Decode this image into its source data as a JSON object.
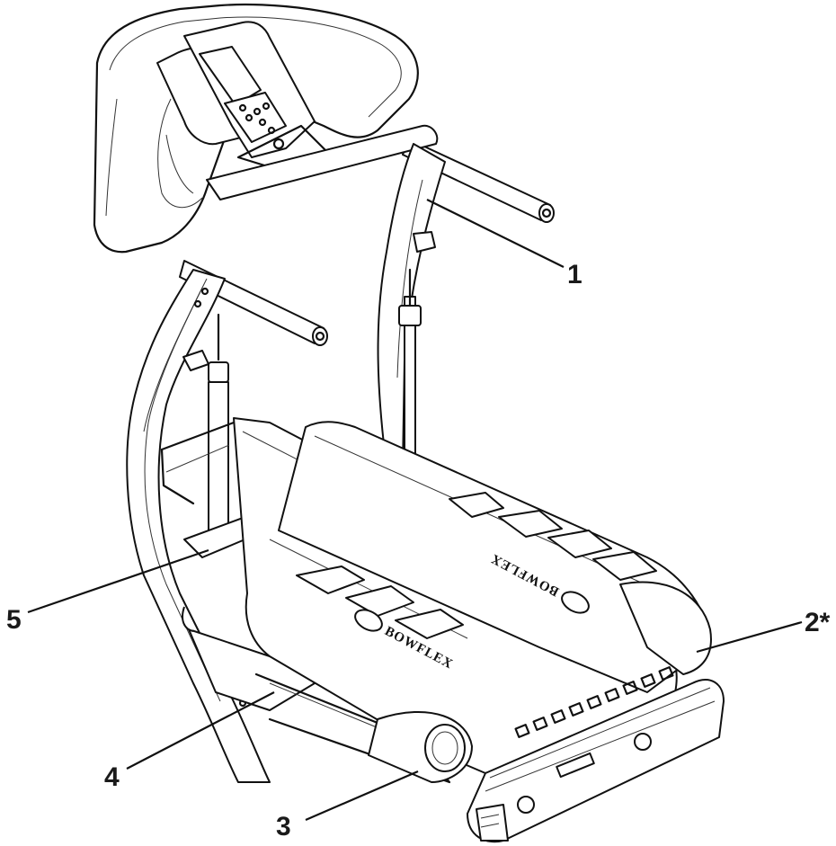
{
  "diagram": {
    "subject": "Bowflex TreadClimber machine, isometric line drawing",
    "brand_mark": "BOWFLEX",
    "callouts": [
      {
        "id": "1",
        "label": "1",
        "target": "upright frame / right handlebar post"
      },
      {
        "id": "2",
        "label": "2*",
        "target": "rear base / wheel end"
      },
      {
        "id": "3",
        "label": "3",
        "target": "left tread pulley cover"
      },
      {
        "id": "4",
        "label": "4",
        "target": "base frame crossmember"
      },
      {
        "id": "5",
        "label": "5",
        "target": "left hydraulic cylinder lower mount"
      }
    ],
    "colors": {
      "line": "#111111",
      "background": "#ffffff"
    }
  }
}
